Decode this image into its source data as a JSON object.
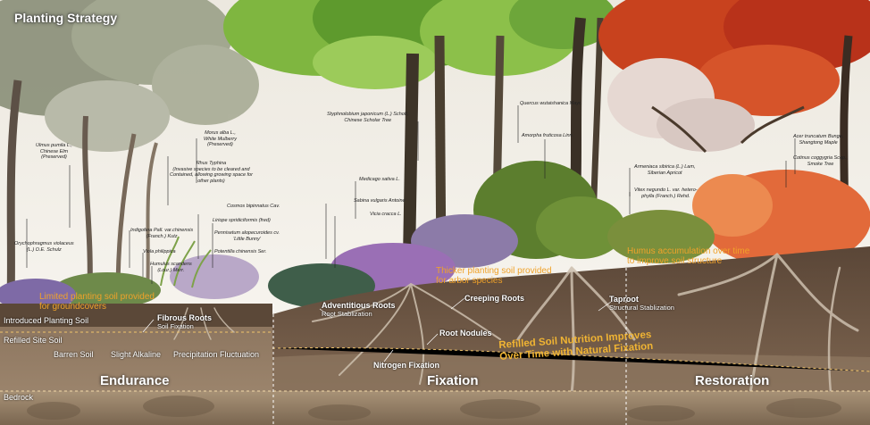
{
  "title": "Planting Strategy",
  "zones": {
    "endurance": "Endurance",
    "fixation": "Fixation",
    "restoration": "Restoration"
  },
  "soil_layers": {
    "introduced": "Introduced Planting Soil",
    "refilled": "Refilled Site Soil",
    "bedrock": "Bedrock"
  },
  "soil_conditions": {
    "barren": "Barren Soil",
    "alkaline": "Slight Alkaline",
    "precip": "Precipitation Fluctuation"
  },
  "root_labels": {
    "fibrous": {
      "title": "Fibrous Roots",
      "sub": "Soil Fixation"
    },
    "adventitious": {
      "title": "Adventitious Roots",
      "sub": "Root Stablization"
    },
    "creeping": {
      "title": "Creeping Roots"
    },
    "nodules": {
      "title": "Root Nodules"
    },
    "nitrogen": {
      "title": "Nitrogen Fixation"
    },
    "taproot": {
      "title": "Taproot",
      "sub": "Structural Stablization"
    }
  },
  "notes": {
    "limited": "Limited planting soil provided\nfor groundcovers",
    "thicker": "Thicker planting soil provided\nfor arbor species",
    "humus": "Humus accumulation over time\nto improve soil structure",
    "refilled_nutrition": "Refilled Soil Nutrition Improves\nOver Time with Natural Fixation"
  },
  "species": {
    "ulmus": "Ulmus pumila L.,\nChinese Elm\n(Preserved)",
    "morus": "Morus alba L.,\nWhite Mulberry\n(Preserved)",
    "rhus": "Rhus Typhina\n(Invasive species to be cleared and\nContained, allowing growing space for\nother plants)",
    "cosmos": "Cosmos bipinnatus Cav.",
    "liriope": "Liriope spridiciformis (fred)",
    "pennisetum": "Pennisetum alopecuroides cv.\n'Little Bunny'",
    "potentilla": "Potentilla chinensis Ser.",
    "orychophragmus": "Orychophragmus violaceus\n(L.) O.E. Schulz",
    "indigofera": "Indigofera Pall. var.chinensis\n(Franch.) Kutz",
    "viola_phil": "Viola philippica",
    "humulus": "Humulus scandens\n(Lour.) Merr.",
    "styphnolobium": "Styphnolobium japonicum (L.) Schott,\nChinese Scholar Tree",
    "quercus": "Quercus wutaishanica Mayr.",
    "amorpha": "Amorpha fruticosa Linn.",
    "medicago": "Medicago sativa L.",
    "sabina": "Sabina vulgaris Antoine",
    "vicia": "Vicia cracca L.",
    "acer": "Acer truncatum Bunge,\nShangtong Maple",
    "cotinus": "Cotinus coggygria Scop.,\nSmoke Tree",
    "armeniaca": "Armeniaca sibirica (L.) Lam,\nSiberian Apricot",
    "vitex": "Vitex negundo L. var. hetero-\nphylla (Franch.) Rehd."
  }
}
